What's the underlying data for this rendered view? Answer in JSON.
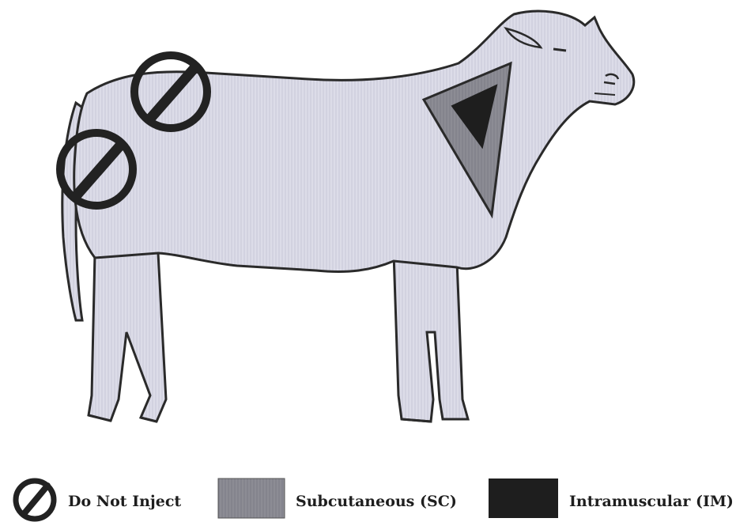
{
  "legend": {
    "items": [
      {
        "label": "Do Not Inject",
        "symbol": "no-entry-icon"
      },
      {
        "label": "Subcutaneous (SC)",
        "color": "#8c8c94"
      },
      {
        "label": "Intramuscular (IM)",
        "color": "#1e1e1e"
      }
    ]
  },
  "colors": {
    "body_fill": "#dcdce8",
    "outline": "#2a2a2a",
    "subcutaneous": "#8c8c94",
    "intramuscular": "#1e1e1e"
  }
}
